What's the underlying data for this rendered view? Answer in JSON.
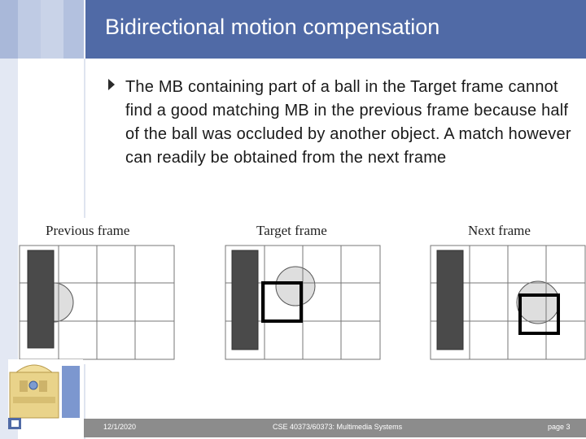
{
  "slide": {
    "title": "Bidirectional motion compensation",
    "bullet": "The MB containing part of a ball in the Target frame cannot find a good matching MB in the previous frame because half of the ball was occluded by another object. A match however can readily be obtained from the next frame"
  },
  "figure": {
    "frames": [
      {
        "label": "Previous frame"
      },
      {
        "label": "Target frame"
      },
      {
        "label": "Next frame"
      }
    ]
  },
  "footer": {
    "date": "12/1/2020",
    "course": "CSE 40373/60373: Multimedia Systems",
    "page": "page 3"
  },
  "colors": {
    "header": "#506aa6",
    "occluder": "#4a4a4a",
    "ball": "#dedede",
    "footer": "#8c8c8c"
  }
}
